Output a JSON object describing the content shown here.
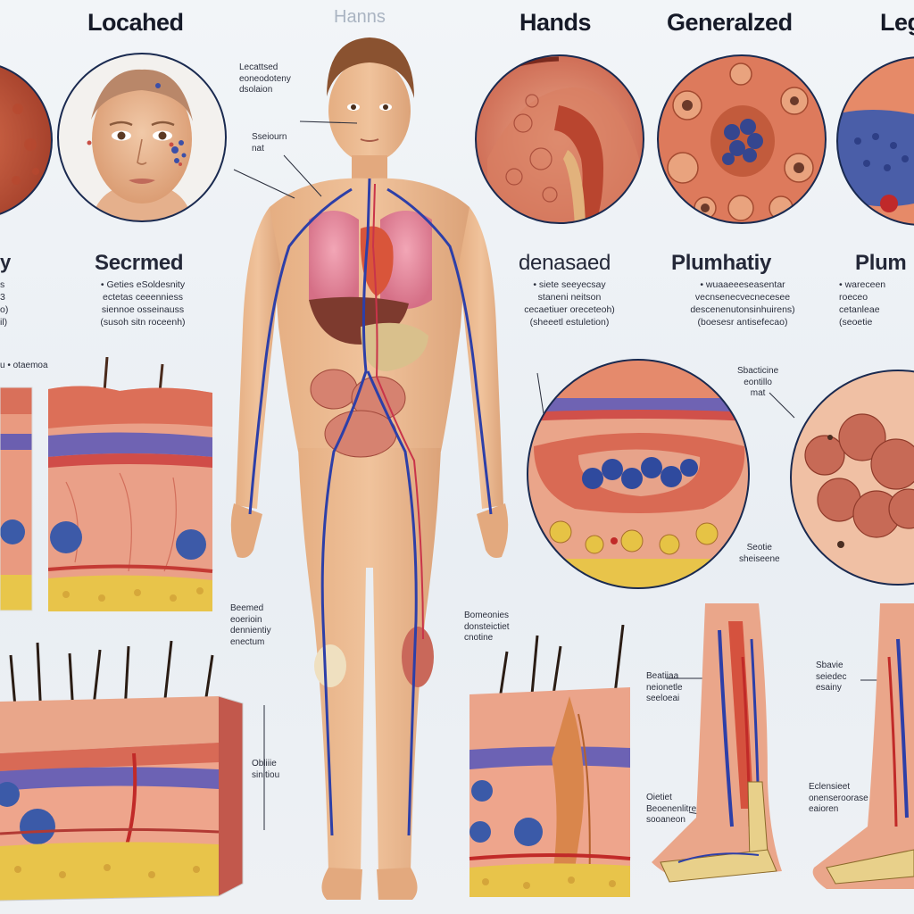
{
  "headers": {
    "localized": "Locahed",
    "hands_faint": "Hanns",
    "hands": "Hands",
    "generalized": "Generalzed",
    "legs": "Leg"
  },
  "subheads": {
    "left": "Secrmed",
    "mid": "denasaed",
    "right": "Plumhatiy",
    "far_right": "Plum"
  },
  "captions": {
    "left": [
      "• Geties eSoldesnity",
      "ectetas ceeenniess",
      "siennoe osseinauss",
      "(susoh sitn roceenh)"
    ],
    "mid": [
      "• siete seeyecsay",
      "staneni neitson",
      "cecaetiuer oreceteoh)",
      "(sheeetl estuletion)"
    ],
    "right": [
      "• wuaaeeeseasentar",
      "vecnsenecvecnecesee",
      "descenenutonsinhuirens)",
      "(boesesr antisefecao)"
    ],
    "far_right": [
      "• wareceen",
      "roeceo",
      "cetanleae",
      "(seoetie"
    ]
  },
  "labels": {
    "face_top": [
      "Lecattsed",
      "eoneodoteny",
      "dsolaion"
    ],
    "face_mid": [
      "Sseiourn",
      "nat"
    ],
    "skin_strip": "u • otaemoa",
    "gen_skin": [
      "Sbacticine",
      "eontillo",
      "mat"
    ],
    "gen_lower": [
      "Seotie",
      "sheiseene"
    ],
    "torso_left": [
      "Beemed",
      "eoerioin",
      "dennientiy",
      "enectum"
    ],
    "thigh": [
      "Bomeonies",
      "donsteictiet",
      "cnotine"
    ],
    "block_side": [
      "Obliiie",
      "sinitiou"
    ],
    "leg_upper": [
      "Beatiiaa",
      "neionetle",
      "seeloeai"
    ],
    "leg_lower": [
      "Oietiet",
      "Beoenenlitre",
      "sooaneon"
    ],
    "legr_upper": [
      "Sbavie",
      "seiedec",
      "esainy"
    ],
    "legr_lower": [
      "Eclensieet",
      "onenseroorase",
      "eaioren"
    ]
  }
}
